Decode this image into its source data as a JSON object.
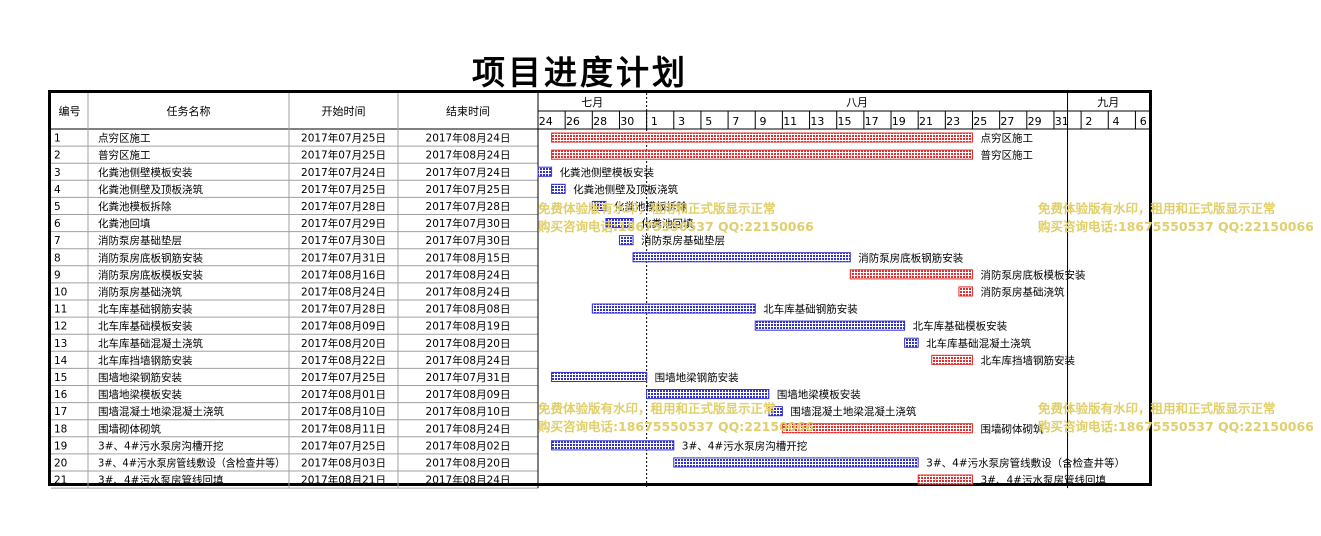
{
  "page": {
    "title": "项目进度计划"
  },
  "table": {
    "headers": {
      "id": "编号",
      "name": "任务名称",
      "start": "开始时间",
      "end": "结束时间"
    }
  },
  "chart_data": {
    "type": "gantt",
    "timeline": {
      "start": "2017-07-24",
      "end": "2017-09-06",
      "months": [
        {
          "label": "七月",
          "from": "2017-07-24",
          "to": "2017-07-31"
        },
        {
          "label": "八月",
          "from": "2017-08-01",
          "to": "2017-08-31"
        },
        {
          "label": "九月",
          "from": "2017-09-01",
          "to": "2017-09-06"
        }
      ],
      "day_ticks": [
        "24",
        "26",
        "28",
        "30",
        "1",
        "3",
        "5",
        "7",
        "9",
        "11",
        "13",
        "15",
        "17",
        "19",
        "21",
        "23",
        "25",
        "27",
        "29",
        "31",
        "2",
        "4",
        "6"
      ],
      "day_tick_dates": [
        "2017-07-24",
        "2017-07-26",
        "2017-07-28",
        "2017-07-30",
        "2017-08-01",
        "2017-08-03",
        "2017-08-05",
        "2017-08-07",
        "2017-08-09",
        "2017-08-11",
        "2017-08-13",
        "2017-08-15",
        "2017-08-17",
        "2017-08-19",
        "2017-08-21",
        "2017-08-23",
        "2017-08-25",
        "2017-08-27",
        "2017-08-29",
        "2017-08-31",
        "2017-09-02",
        "2017-09-04",
        "2017-09-06"
      ],
      "today_marker": "2017-08-01"
    },
    "colors": {
      "planned": "#3333cc",
      "critical": "#e03030",
      "critical_text": "#e00000",
      "normal_text": "#000000",
      "grid": "#a0a0a0"
    },
    "tasks": [
      {
        "id": "1",
        "name": "点穷区施工",
        "start_label": "2017年07月25日",
        "end_label": "2017年08月24日",
        "start": "2017-07-25",
        "end": "2017-08-24",
        "critical": true
      },
      {
        "id": "2",
        "name": "普穷区施工",
        "start_label": "2017年07月25日",
        "end_label": "2017年08月24日",
        "start": "2017-07-25",
        "end": "2017-08-24",
        "critical": true
      },
      {
        "id": "3",
        "name": "化粪池侧壁模板安装",
        "start_label": "2017年07月24日",
        "end_label": "2017年07月24日",
        "start": "2017-07-24",
        "end": "2017-07-24",
        "critical": false
      },
      {
        "id": "4",
        "name": "化粪池侧壁及顶板浇筑",
        "start_label": "2017年07月25日",
        "end_label": "2017年07月25日",
        "start": "2017-07-25",
        "end": "2017-07-25",
        "critical": false
      },
      {
        "id": "5",
        "name": "化粪池模板拆除",
        "start_label": "2017年07月28日",
        "end_label": "2017年07月28日",
        "start": "2017-07-28",
        "end": "2017-07-28",
        "critical": false
      },
      {
        "id": "6",
        "name": "化粪池回填",
        "start_label": "2017年07月29日",
        "end_label": "2017年07月30日",
        "start": "2017-07-29",
        "end": "2017-07-30",
        "critical": false
      },
      {
        "id": "7",
        "name": "消防泵房基础垫层",
        "start_label": "2017年07月30日",
        "end_label": "2017年07月30日",
        "start": "2017-07-30",
        "end": "2017-07-30",
        "critical": false
      },
      {
        "id": "8",
        "name": "消防泵房底板钢筋安装",
        "start_label": "2017年07月31日",
        "end_label": "2017年08月15日",
        "start": "2017-07-31",
        "end": "2017-08-15",
        "critical": false
      },
      {
        "id": "9",
        "name": "消防泵房底板模板安装",
        "start_label": "2017年08月16日",
        "end_label": "2017年08月24日",
        "start": "2017-08-16",
        "end": "2017-08-24",
        "critical": true
      },
      {
        "id": "10",
        "name": "消防泵房基础浇筑",
        "start_label": "2017年08月24日",
        "end_label": "2017年08月24日",
        "start": "2017-08-24",
        "end": "2017-08-24",
        "critical": true
      },
      {
        "id": "11",
        "name": "北车库基础钢筋安装",
        "start_label": "2017年07月28日",
        "end_label": "2017年08月08日",
        "start": "2017-07-28",
        "end": "2017-08-08",
        "critical": false
      },
      {
        "id": "12",
        "name": "北车库基础模板安装",
        "start_label": "2017年08月09日",
        "end_label": "2017年08月19日",
        "start": "2017-08-09",
        "end": "2017-08-19",
        "critical": false
      },
      {
        "id": "13",
        "name": "北车库基础混凝土浇筑",
        "start_label": "2017年08月20日",
        "end_label": "2017年08月20日",
        "start": "2017-08-20",
        "end": "2017-08-20",
        "critical": false
      },
      {
        "id": "14",
        "name": "北车库挡墙钢筋安装",
        "start_label": "2017年08月22日",
        "end_label": "2017年08月24日",
        "start": "2017-08-22",
        "end": "2017-08-24",
        "critical": true
      },
      {
        "id": "15",
        "name": "围墙地梁钢筋安装",
        "start_label": "2017年07月25日",
        "end_label": "2017年07月31日",
        "start": "2017-07-25",
        "end": "2017-07-31",
        "critical": false
      },
      {
        "id": "16",
        "name": "围墙地梁模板安装",
        "start_label": "2017年08月01日",
        "end_label": "2017年08月09日",
        "start": "2017-08-01",
        "end": "2017-08-09",
        "critical": false
      },
      {
        "id": "17",
        "name": "围墙混凝土地梁混凝土浇筑",
        "start_label": "2017年08月10日",
        "end_label": "2017年08月10日",
        "start": "2017-08-10",
        "end": "2017-08-10",
        "critical": false
      },
      {
        "id": "18",
        "name": "围墙砌体砌筑",
        "start_label": "2017年08月11日",
        "end_label": "2017年08月24日",
        "start": "2017-08-11",
        "end": "2017-08-24",
        "critical": true
      },
      {
        "id": "19",
        "name": "3#、4#污水泵房沟槽开挖",
        "start_label": "2017年07月25日",
        "end_label": "2017年08月02日",
        "start": "2017-07-25",
        "end": "2017-08-02",
        "critical": false
      },
      {
        "id": "20",
        "name": "3#、4#污水泵房管线敷设（含检查井等）",
        "start_label": "2017年08月03日",
        "end_label": "2017年08月20日",
        "start": "2017-08-03",
        "end": "2017-08-20",
        "critical": false
      },
      {
        "id": "21",
        "name": "3#、4#污水泵房管线回填",
        "start_label": "2017年08月21日",
        "end_label": "2017年08月24日",
        "start": "2017-08-21",
        "end": "2017-08-24",
        "critical": true
      }
    ]
  },
  "watermarks": [
    {
      "line1": "免费体验版有水印，租用和正式版显示正常",
      "line2": "购买咨询电话:18675550537 QQ:22150066"
    },
    {
      "line1": "免费体验版有水印，租用和正式版显示正常",
      "line2": "购买咨询电话:18675550537 QQ:22150066"
    },
    {
      "line1": "免费体验版有水印，租用和正式版显示正常",
      "line2": "购买咨询电话:18675550537 QQ:22150066"
    },
    {
      "line1": "免费体验版有水印，租用和正式版显示正常",
      "line2": "购买咨询电话:18675550537 QQ:22150066"
    }
  ]
}
